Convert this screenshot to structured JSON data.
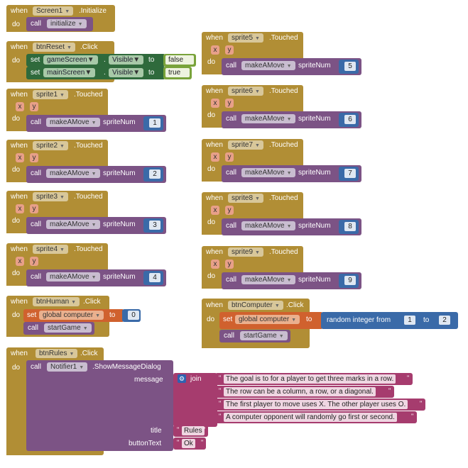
{
  "kw": {
    "when": "when",
    "do": "do",
    "call": "call",
    "set": "set",
    "to": "to",
    "x": "x",
    "y": "y",
    "sprite_num": "spriteNum",
    "join": "join",
    "from": "from",
    "message": "message",
    "title": "title",
    "button_text": "buttonText"
  },
  "b1": {
    "component": "Screen1",
    "event": ".Initialize",
    "proc": "initialize"
  },
  "b2": {
    "component": "btnReset",
    "event": ".Click",
    "set1_comp": "gameScreen",
    "set1_prop": "Visible",
    "set1_val": "false",
    "set2_comp": "mainScreen",
    "set2_prop": "Visible",
    "set2_val": "true",
    "dot": "."
  },
  "sprites": [
    {
      "component": "sprite1",
      "event": ".Touched",
      "proc": "makeAMove",
      "num": "1"
    },
    {
      "component": "sprite2",
      "event": ".Touched",
      "proc": "makeAMove",
      "num": "2"
    },
    {
      "component": "sprite3",
      "event": ".Touched",
      "proc": "makeAMove",
      "num": "3"
    },
    {
      "component": "sprite4",
      "event": ".Touched",
      "proc": "makeAMove",
      "num": "4"
    },
    {
      "component": "sprite5",
      "event": ".Touched",
      "proc": "makeAMove",
      "num": "5"
    },
    {
      "component": "sprite6",
      "event": ".Touched",
      "proc": "makeAMove",
      "num": "6"
    },
    {
      "component": "sprite7",
      "event": ".Touched",
      "proc": "makeAMove",
      "num": "7"
    },
    {
      "component": "sprite8",
      "event": ".Touched",
      "proc": "makeAMove",
      "num": "8"
    },
    {
      "component": "sprite9",
      "event": ".Touched",
      "proc": "makeAMove",
      "num": "9"
    }
  ],
  "human": {
    "component": "btnHuman",
    "event": ".Click",
    "var": "global computer",
    "val": "0",
    "proc": "startGame"
  },
  "computer": {
    "component": "btnComputer",
    "event": ".Click",
    "var": "global computer",
    "rand": "random integer from",
    "from": "1",
    "to": "2",
    "proc": "startGame"
  },
  "rules": {
    "component": "btnRules",
    "event": ".Click",
    "notifier": "Notifier1",
    "method": ".ShowMessageDialog",
    "lines": [
      "The goal is to for a player to get three marks in a row.",
      "The row can be a column, a row, or a diagonal.",
      "The first player to move uses X. The other player uses O.",
      "A computer opponent will randomly go first or second."
    ],
    "title": "Rules",
    "button": "Ok",
    "quote": "\""
  },
  "colors": {
    "event": "#b18e35",
    "procedure": "#7c5385",
    "math": "#3a6aa8",
    "component_set": "#2f6a3c",
    "logic": "#79a33b",
    "variable": "#d0612e",
    "text": "#a63c6e"
  }
}
